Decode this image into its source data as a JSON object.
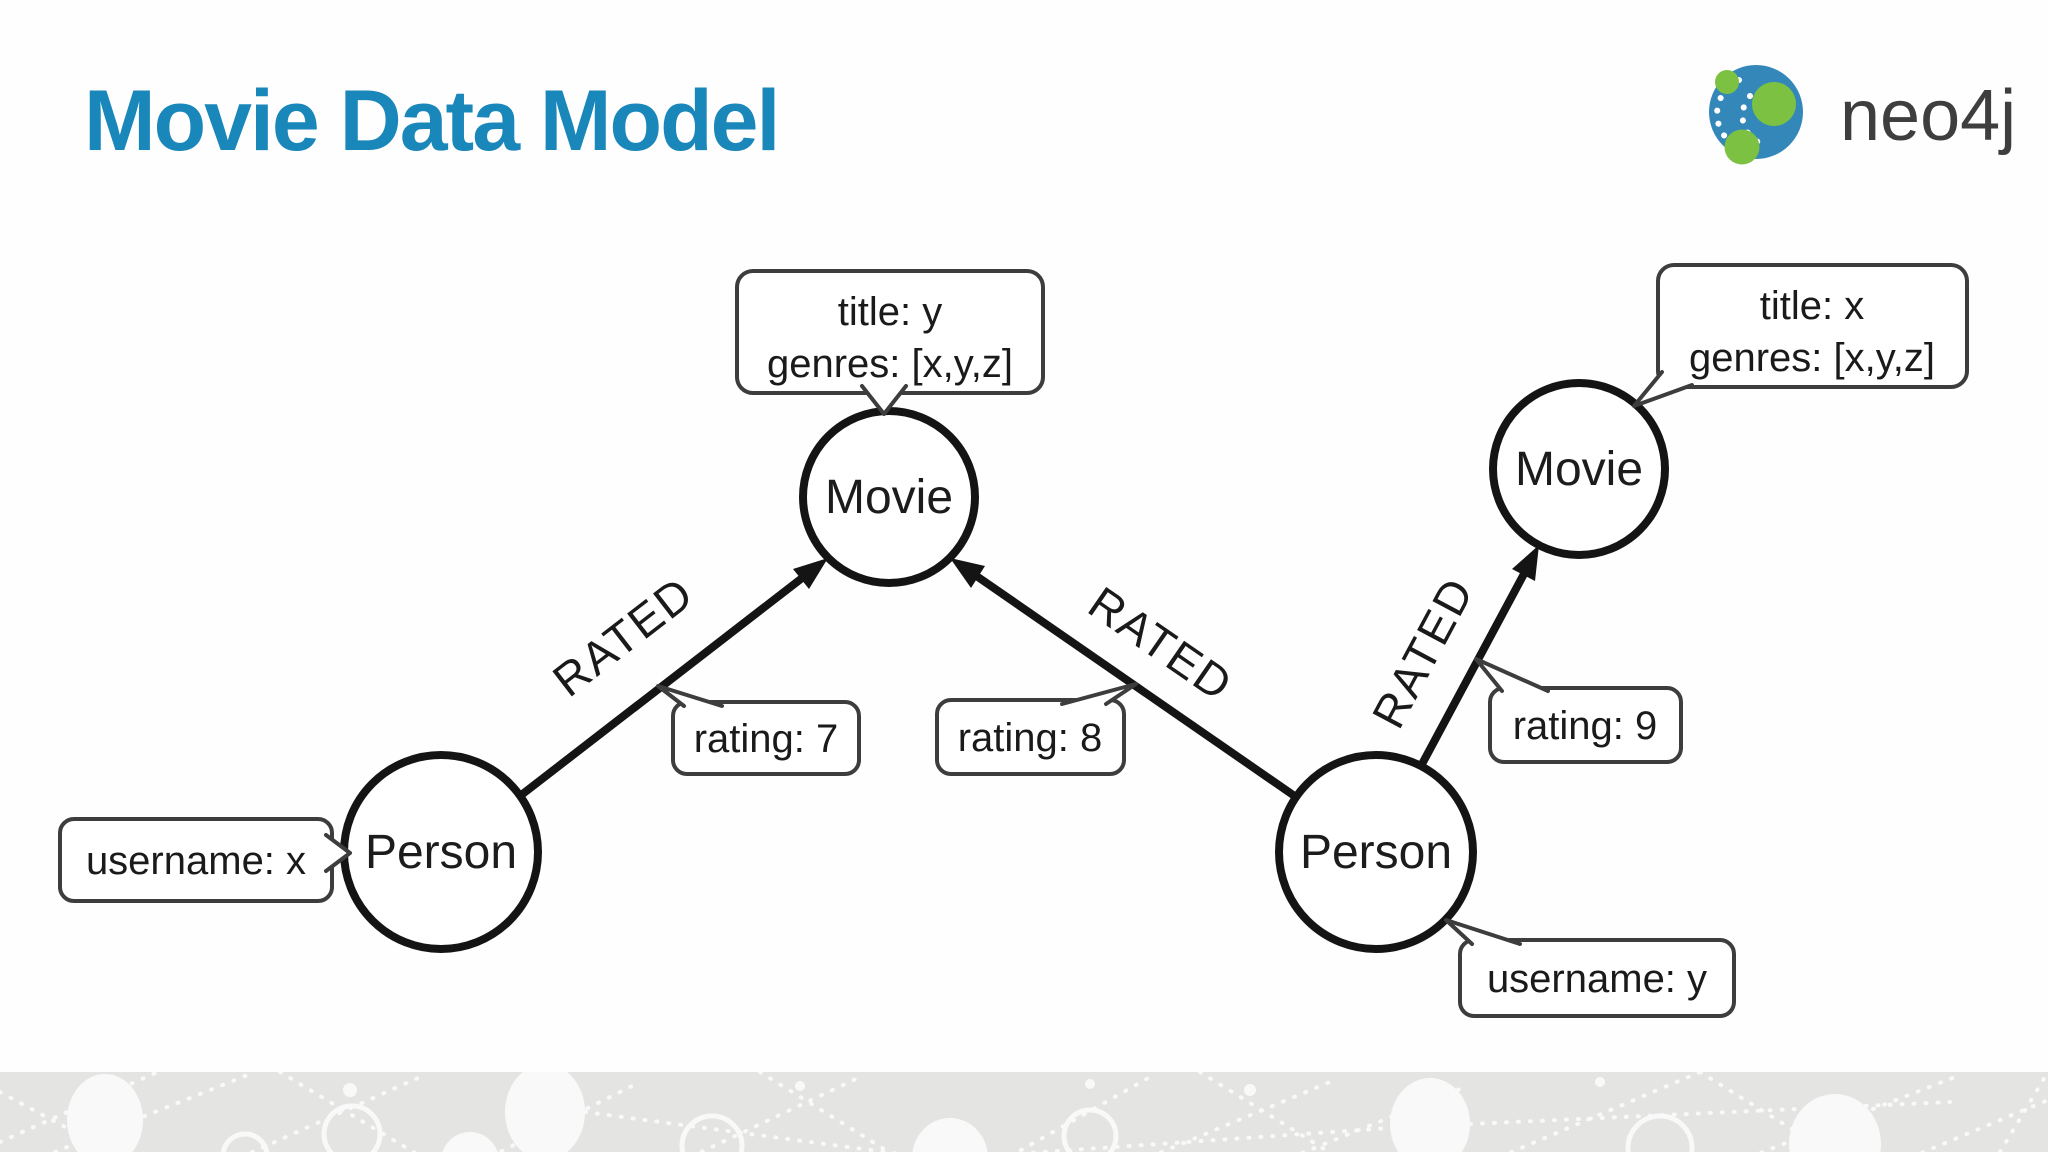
{
  "header": {
    "title": "Movie Data Model",
    "brand": "neo4j"
  },
  "colors": {
    "title_blue": "#1987b9",
    "neo4j_blue": "#3487b9",
    "neo4j_green": "#7cc142",
    "wordmark_gray": "#3e3e3e",
    "ink": "#1a1a1a",
    "band_gray": "#e4e4e2"
  },
  "diagram": {
    "nodes": [
      {
        "id": "movie-center",
        "label": "Movie",
        "properties_callout": [
          "title: y",
          "genres: [x,y,z]"
        ]
      },
      {
        "id": "movie-right",
        "label": "Movie",
        "properties_callout": [
          "title: x",
          "genres: [x,y,z]"
        ]
      },
      {
        "id": "person-left",
        "label": "Person",
        "properties_callout": [
          "username: x"
        ]
      },
      {
        "id": "person-right",
        "label": "Person",
        "properties_callout": [
          "username: y"
        ]
      }
    ],
    "relationships": [
      {
        "from": "person-left",
        "to": "movie-center",
        "label": "RATED",
        "property_callout": "rating: 7"
      },
      {
        "from": "person-right",
        "to": "movie-center",
        "label": "RATED",
        "property_callout": "rating: 8"
      },
      {
        "from": "person-right",
        "to": "movie-right",
        "label": "RATED",
        "property_callout": "rating: 9"
      }
    ]
  }
}
